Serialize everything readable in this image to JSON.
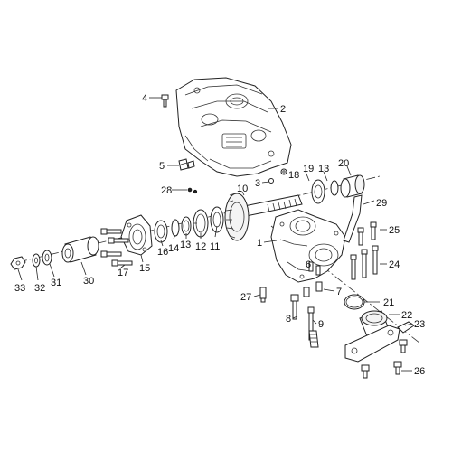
{
  "colors": {
    "line": "#222222",
    "background": "#ffffff",
    "part_fill": "#f4f4f4"
  },
  "callouts": {
    "c1": "1",
    "c2": "2",
    "c3": "3",
    "c4": "4",
    "c5": "5",
    "c6": "6",
    "c7": "7",
    "c8": "8",
    "c9": "9",
    "c10": "10",
    "c11": "11",
    "c12": "12",
    "c13a": "13",
    "c13b": "13",
    "c14": "14",
    "c15": "15",
    "c16": "16",
    "c17": "17",
    "c18": "18",
    "c19": "19",
    "c20": "20",
    "c21": "21",
    "c22": "22",
    "c23": "23",
    "c24": "24",
    "c25": "25",
    "c26": "26",
    "c27": "27",
    "c28": "28",
    "c29": "29",
    "c30": "30",
    "c31": "31",
    "c32": "32",
    "c33": "33"
  }
}
